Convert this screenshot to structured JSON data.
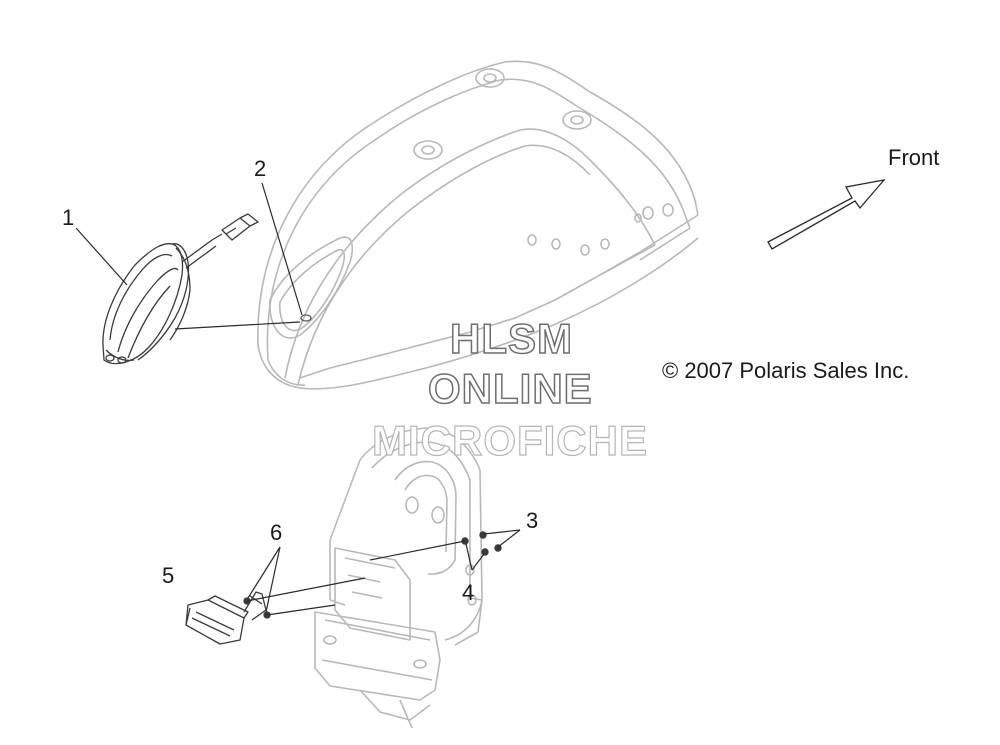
{
  "callouts": [
    {
      "id": "1",
      "label": "1"
    },
    {
      "id": "2",
      "label": "2"
    },
    {
      "id": "3",
      "label": "3"
    },
    {
      "id": "4",
      "label": "4"
    },
    {
      "id": "5",
      "label": "5"
    },
    {
      "id": "6",
      "label": "6"
    }
  ],
  "direction_label": "Front",
  "copyright": "© 2007 Polaris Sales Inc.",
  "watermark": {
    "line1": "HLSM",
    "line2": "ONLINE",
    "line3": "MICROFICHE"
  },
  "colors": {
    "ghost_part": "#b8b8b8",
    "highlighted_part": "#3a3a3a",
    "leader": "#2a2a2a",
    "background": "#ffffff"
  }
}
